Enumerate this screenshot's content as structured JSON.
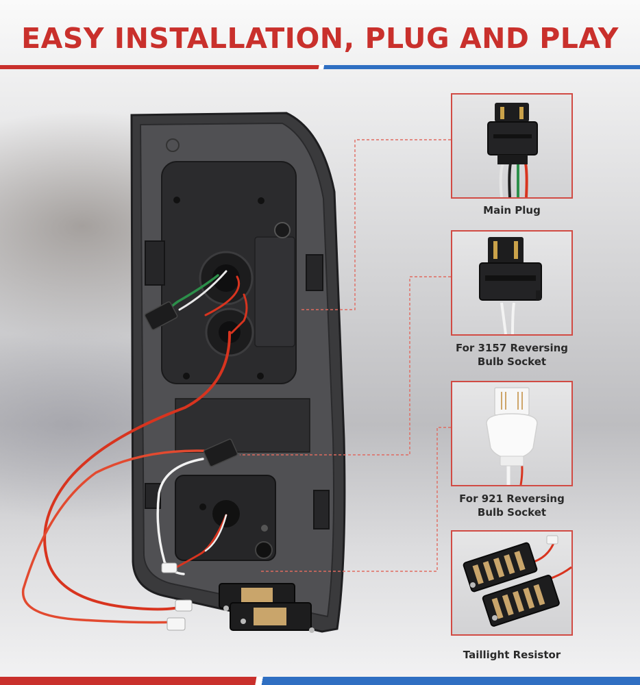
{
  "headline": "EASY INSTALLATION, PLUG AND PLAY",
  "colors": {
    "accent_red": "#c9302c",
    "accent_blue": "#2f6fc2",
    "frame": "#d14a43"
  },
  "callouts": [
    {
      "line1": "Main Plug",
      "line2": ""
    },
    {
      "line1": "For 3157 Reversing",
      "line2": "Bulb Socket"
    },
    {
      "line1": "For 921 Reversing",
      "line2": "Bulb Socket"
    },
    {
      "line1": "Taillight Resistor",
      "line2": ""
    }
  ]
}
